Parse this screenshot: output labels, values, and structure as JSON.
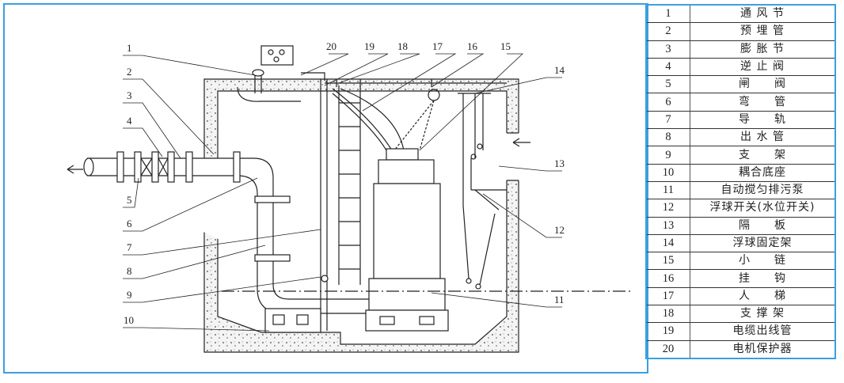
{
  "diagram": {
    "callouts": [
      "1",
      "2",
      "3",
      "4",
      "5",
      "6",
      "7",
      "8",
      "9",
      "10",
      "11",
      "12",
      "13",
      "14",
      "15",
      "16",
      "17",
      "18",
      "19",
      "20"
    ],
    "colors": {
      "frame": "#3aa0e0",
      "line": "#222222"
    }
  },
  "parts_table": {
    "rows": [
      {
        "num": "1",
        "name": "通 风 节"
      },
      {
        "num": "2",
        "name": "预 埋 管"
      },
      {
        "num": "3",
        "name": "膨 胀 节"
      },
      {
        "num": "4",
        "name": "逆 止 阀"
      },
      {
        "num": "5",
        "name": "闸　　阀"
      },
      {
        "num": "6",
        "name": "弯　　管"
      },
      {
        "num": "7",
        "name": "导　　轨"
      },
      {
        "num": "8",
        "name": "出 水 管"
      },
      {
        "num": "9",
        "name": "支　　架"
      },
      {
        "num": "10",
        "name": "耦合底座"
      },
      {
        "num": "11",
        "name": "自动搅匀排污泵"
      },
      {
        "num": "12",
        "name": "浮球开关(水位开关)"
      },
      {
        "num": "13",
        "name": "隔　　板"
      },
      {
        "num": "14",
        "name": "浮球固定架"
      },
      {
        "num": "15",
        "name": "小　　链"
      },
      {
        "num": "16",
        "name": "挂　　钩"
      },
      {
        "num": "17",
        "name": "人　　梯"
      },
      {
        "num": "18",
        "name": "支 撑 架"
      },
      {
        "num": "19",
        "name": "电缆出线管"
      },
      {
        "num": "20",
        "name": "电机保护器"
      }
    ]
  }
}
